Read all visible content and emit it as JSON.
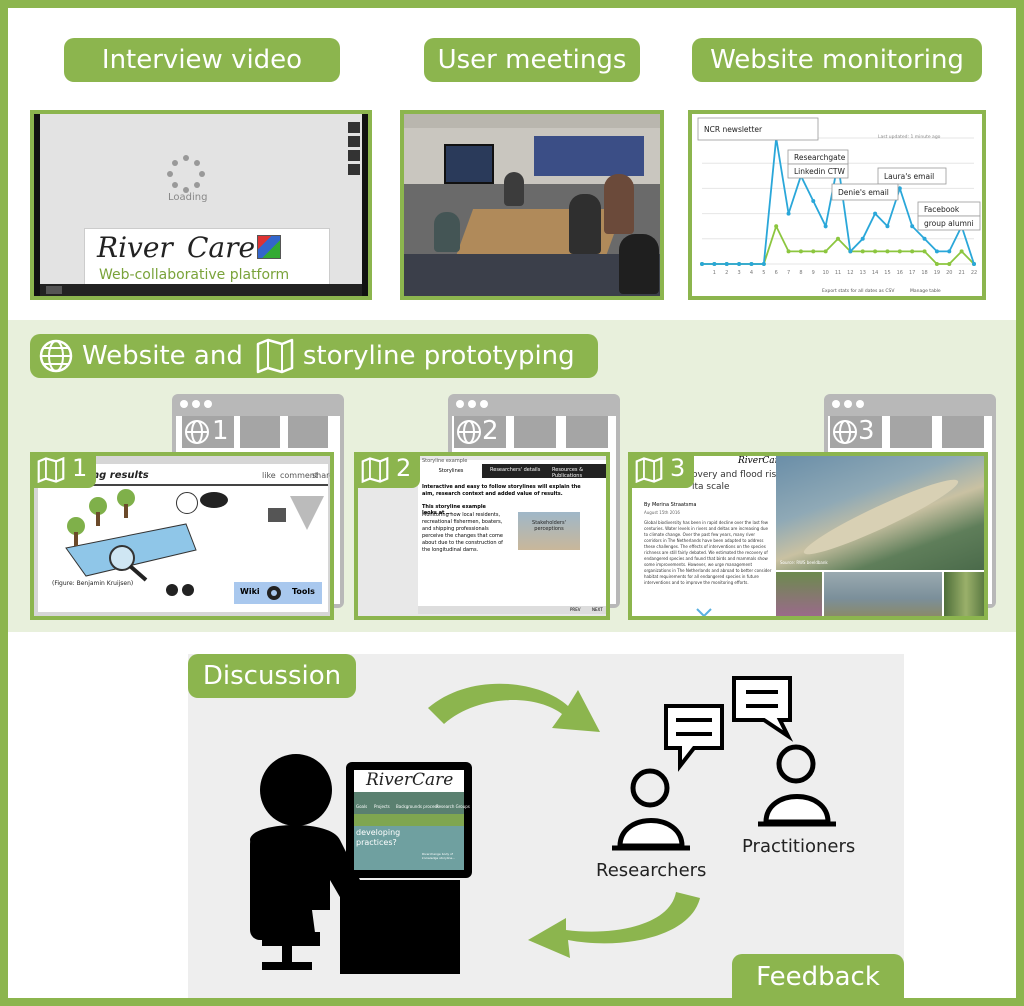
{
  "top": {
    "interview_title": "Interview video",
    "meetings_title": "User meetings",
    "monitoring_title": "Website monitoring",
    "video": {
      "loading": "Loading",
      "logo_river": "River",
      "logo_care": "Care",
      "logo_tagline": "Web-collaborative platform"
    },
    "monitor": {
      "labels": [
        "NCR newsletter",
        "Researchgate",
        "Linkedin CTW",
        "Laura's email",
        "Denie's email",
        "Facebook",
        "group alumni"
      ],
      "last_updated": "Last updated: 1 minute ago",
      "export": "Export stats for all dates as CSV",
      "manage": "Manage table",
      "x_ticks": [
        "1",
        "2",
        "3",
        "4",
        "5",
        "6",
        "7",
        "8",
        "9",
        "10",
        "11",
        "12",
        "13",
        "14",
        "15",
        "16",
        "17",
        "18",
        "19",
        "20",
        "21",
        "22"
      ],
      "series_blue": [
        0,
        0,
        0,
        0,
        0,
        0,
        10,
        4,
        7,
        5,
        3,
        8,
        1,
        2,
        4,
        3,
        6,
        3,
        2,
        1,
        1,
        3,
        0
      ],
      "series_green": [
        0,
        0,
        0,
        0,
        0,
        0,
        3,
        1,
        1,
        1,
        1,
        2,
        1,
        1,
        1,
        1,
        1,
        1,
        1,
        0,
        0,
        1,
        0
      ]
    }
  },
  "proto": {
    "title_a": "Website and",
    "title_b": "storyline prototyping",
    "n1": "1",
    "n2": "2",
    "n3": "3",
    "s1": {
      "heading": "ng results",
      "links": [
        "like",
        "comment",
        "share"
      ],
      "caption": "(Figure: Benjamin Kruijsen)",
      "wiki": "Wiki",
      "tools": "Tools"
    },
    "s2": {
      "crumb": "Storyline example",
      "tabs": [
        "Storylines",
        "Researchers' details",
        "Resources & Publications"
      ],
      "intro": "Interactive and easy to follow storylines will explain the aim, research context and added value of results.",
      "sub": "This storyline example looks at ...",
      "body": "Monitoring how local residents, recreational fishermen, boaters, and shipping professionals perceive the changes that come about due to the construction of the longitudinal dams.",
      "photo": "Stakeholders' perceptions",
      "prev": "PREV",
      "next": "NEXT"
    },
    "s3": {
      "logo": "RiverCare",
      "head1": "overy and flood risk",
      "head2": "lta scale",
      "author": "By Merina Straatsma",
      "date": "August 15th 2016",
      "body": "Global biodiversity has been in rapid decline over the last few centuries. Water levels in rivers and deltas are increasing due to climate change. Over the past few years, many river corridors in The Netherlands have been adapted to address these challenges. The effects of interventions on the species richness are still fairly debated. We estimated the recovery of endangered species and found that birds and mammals show some improvements. However, we urge management organizations in The Netherlands and abroad to better consider habitat requirements for all endangered species in future interventions and to improve the monitoring efforts.",
      "credit": "Source: RWS beeldbank"
    }
  },
  "bottom": {
    "discussion": "Discussion",
    "feedback": "Feedback",
    "researchers": "Researchers",
    "practitioners": "Practitioners",
    "monitor": {
      "logo": "RiverCare",
      "menu": [
        "Goals",
        "Projects",
        "Backgrounds process",
        "Research Groups"
      ],
      "text1": "developing",
      "text2": "practices?",
      "small": "Riverchange body of knowledge storyline..."
    }
  },
  "colors": {
    "green": "#8cb54e",
    "band": "#e8f0dc",
    "discussion_bg": "#eeeeee",
    "chart_blue": "#2aa7d9",
    "chart_green": "#8cc63f"
  }
}
